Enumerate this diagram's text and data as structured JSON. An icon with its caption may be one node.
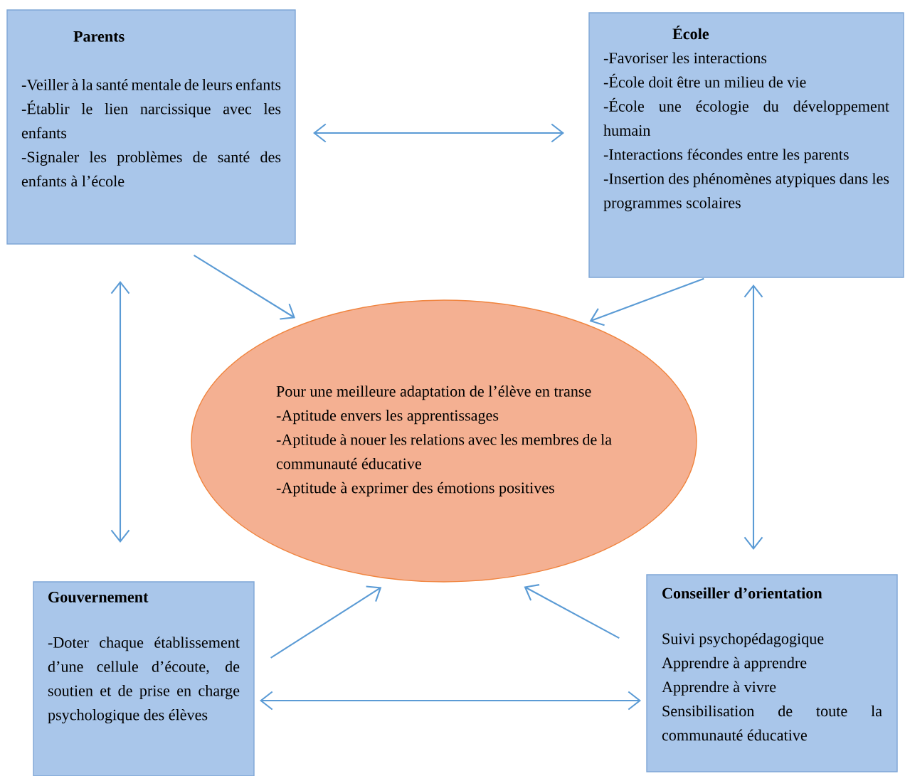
{
  "diagram": {
    "nodes": [
      {
        "text": [
          "Parents",
          "-Veiller à la santé mentale de leurs enfants",
          "-Établir le lien narcissique avec les enfants",
          "-Signaler les problèmes de santé des enfants à l’école"
        ]
      },
      {
        "text": [
          "École",
          "-Favoriser les interactions",
          "-École doit être un milieu de vie",
          "-École une écologie du développement humain",
          "-Interactions fécondes entre les parents",
          "-Insertion des phénomènes atypiques dans les programmes scolaires"
        ]
      },
      {
        "text": [
          "Pour une meilleure adaptation de l’élève en transe",
          "-Aptitude envers les apprentissages",
          "-Aptitude à nouer les relations avec les membres de la communauté éducative",
          "-Aptitude à exprimer des émotions positives"
        ]
      },
      {
        "text": [
          "Gouvernement",
          "-Doter chaque établissement d’une cellule d’écoute, de soutien et de prise en charge psychologique des élèves"
        ]
      },
      {
        "text": [
          "Conseiller d’orientation",
          "Suivi psychopédagogique",
          "Apprendre à apprendre",
          "Apprendre à vivre",
          "Sensibilisation de toute la communauté éducative"
        ]
      }
    ],
    "edges": [
      {
        "from": 0,
        "to": 1,
        "arrow": "both"
      },
      {
        "from": 0,
        "to": 2,
        "arrow": "to"
      },
      {
        "from": 1,
        "to": 2,
        "arrow": "to"
      },
      {
        "from": 0,
        "to": 3,
        "arrow": "both"
      },
      {
        "from": 1,
        "to": 4,
        "arrow": "both"
      },
      {
        "from": 3,
        "to": 2,
        "arrow": "to"
      },
      {
        "from": 4,
        "to": 2,
        "arrow": "to"
      },
      {
        "from": 3,
        "to": 4,
        "arrow": "both"
      }
    ]
  }
}
